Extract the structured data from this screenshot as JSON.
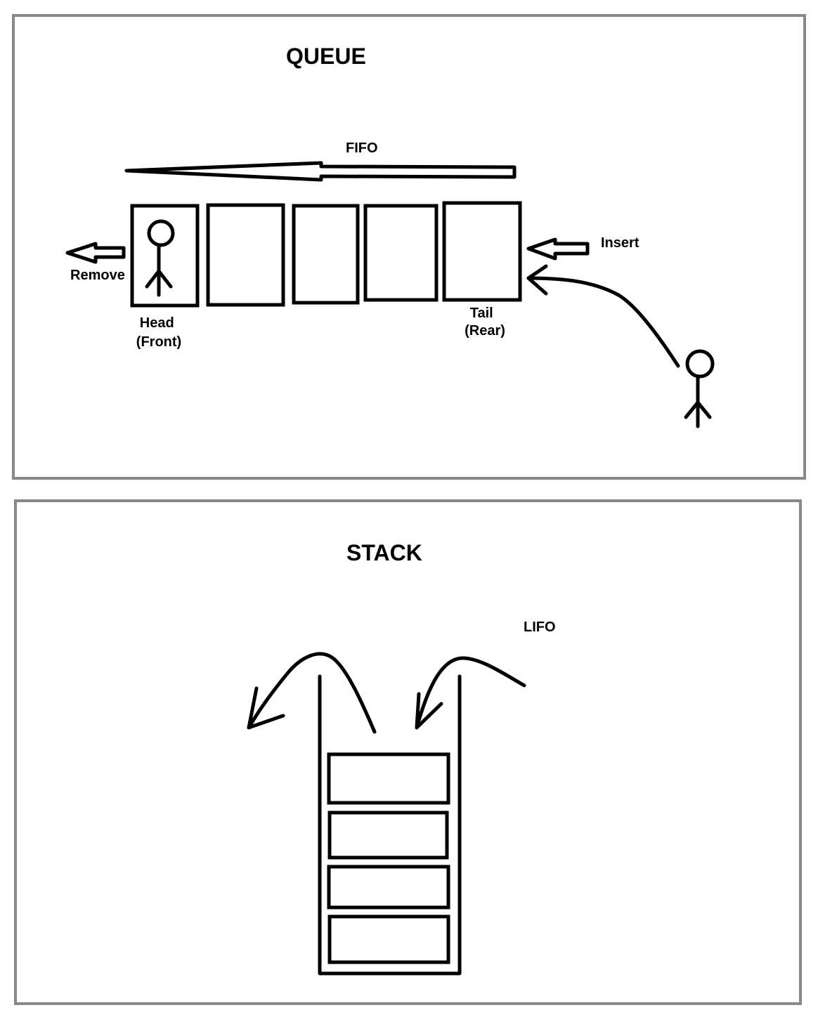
{
  "queue": {
    "title": "QUEUE",
    "order": "FIFO",
    "remove_label": "Remove",
    "insert_label": "Insert",
    "head_label": [
      "Head",
      "(Front)"
    ],
    "tail_label": [
      "Tail",
      "(Rear)"
    ]
  },
  "stack": {
    "title": "STACK",
    "order": "LIFO"
  },
  "colors": {
    "ink": "#000000",
    "frame": "#888888",
    "background": "#ffffff"
  },
  "icons": [
    "person-icon",
    "arrow-left-icon"
  ]
}
